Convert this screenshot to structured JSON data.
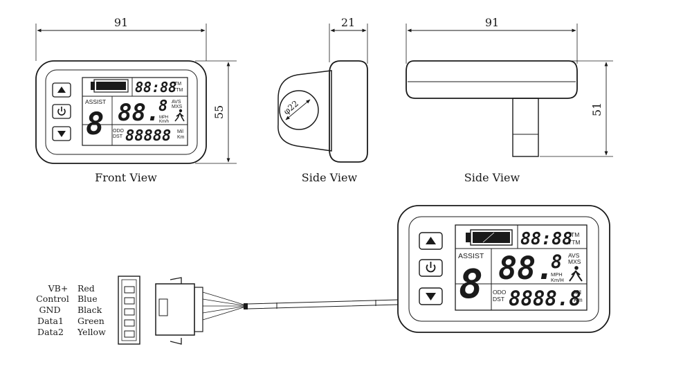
{
  "dimensions": {
    "front_width": "91",
    "side_depth": "21",
    "top_width": "91",
    "front_height": "55",
    "top_height": "51",
    "clamp_diameter": "φ22"
  },
  "views": {
    "front": "Front View",
    "side": "Side View",
    "top": "Side View"
  },
  "display": {
    "time": "88:88",
    "tm": "TM",
    "ttm": "TTM",
    "assist_label": "ASSIST",
    "assist_digit": "8",
    "speed_int": "88.",
    "speed_dec": "8",
    "avs": "AVS",
    "mxs": "MXS",
    "mph": "MPH",
    "kmh_small": "Km/h",
    "kmh_large": "Km/H",
    "odo": "ODO",
    "dst": "DST",
    "odometer": "88888",
    "odometer_large": "8888.8",
    "mil": "Mil",
    "km": "Km"
  },
  "wiring": {
    "signals": [
      "VB+",
      "Control",
      "GND",
      "Data1",
      "Data2"
    ],
    "colors": [
      "Red",
      "Blue",
      "Black",
      "Green",
      "Yellow"
    ]
  }
}
